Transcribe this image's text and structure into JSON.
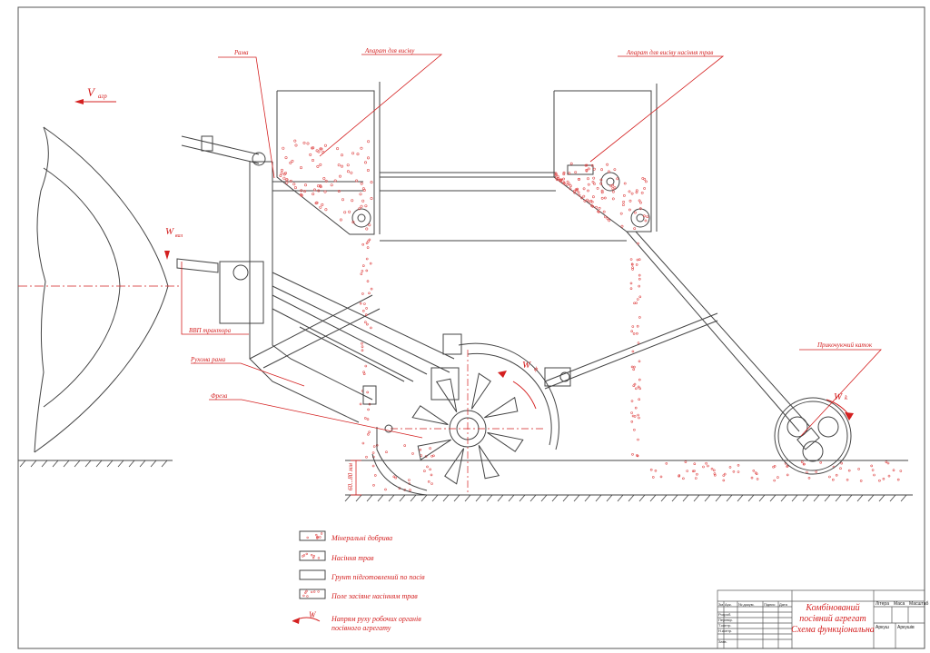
{
  "drawing": {
    "labels": {
      "frame": "Рама",
      "fert_hopper": "Апарат для висіву",
      "grass_hopper": "Апарат для висіву насіння трав",
      "velocity": "V",
      "velocity_sub": "агр",
      "omega_pto": "W",
      "omega_pto_sub": "вал",
      "pto_shaft": "ВВП трактора",
      "hinged_frame": "Рухома рама",
      "mill": "Фреза",
      "omega_mill": "W",
      "omega_mill_sub": "ф",
      "roller": "Прикочуючий каток",
      "omega_roller": "W",
      "omega_roller_sub": "k",
      "depth": "60...80 мм"
    },
    "legend": [
      {
        "key": "fertilizer",
        "label": "Мінеральні добрива"
      },
      {
        "key": "seeds",
        "label": "Насіння трав"
      },
      {
        "key": "soil",
        "label": "Грунт підготовлений по посів"
      },
      {
        "key": "field",
        "label": "Поле засіяне насінням трав"
      },
      {
        "key": "direction",
        "label_symbol": "W",
        "label_line1": "Напрям руху робочих органів",
        "label_line2": "посівного агрегату"
      }
    ],
    "title_block": {
      "title_line1": "Комбінований",
      "title_line2": "посівний агрегат",
      "title_line3": "Схема функціональна",
      "col_lit": "Літера",
      "col_mass": "Маса",
      "col_scale": "Масштаб",
      "sheet": "Аркуш",
      "sheets": "Аркушів",
      "rows": [
        "Зм.",
        "Арк.",
        "№ докум.",
        "Підпис",
        "Дата"
      ],
      "roles": [
        "Розроб.",
        "Перевір.",
        "Т.контр.",
        "Н.контр.",
        "Затв."
      ]
    },
    "colors": {
      "line": "#444444",
      "accent": "#d42020",
      "particles": "#e05050"
    }
  }
}
